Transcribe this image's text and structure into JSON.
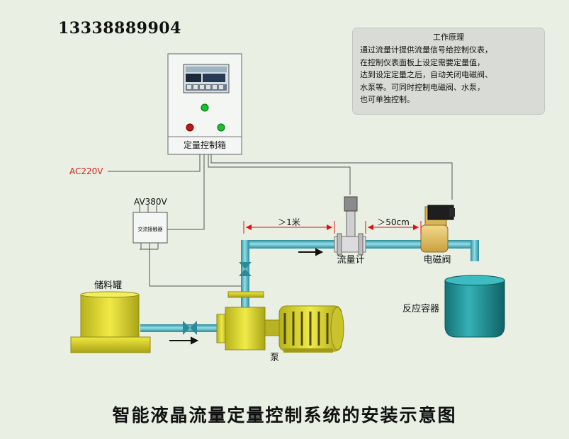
{
  "phone": "13338889904",
  "principle": {
    "title": "工作原理",
    "lines": [
      "通过流量计提供流量信号给控制仪表，",
      "在控制仪表面板上设定需要定量值，",
      "达到设定定量之后，自动关闭电磁阀、",
      "水泵等。可同时控制电磁阀、水泵，",
      "也可单独控制。"
    ]
  },
  "labels": {
    "control_box": "定量控制箱",
    "ac220": "AC220V",
    "av380": "AV380V",
    "contactor": "交流接触器",
    "dist_1m": "＞1米",
    "dist_50cm": "＞50cm",
    "flowmeter": "流量计",
    "solenoid_valve": "电磁阀",
    "storage_tank": "储料罐",
    "reaction_vessel": "反应容器",
    "pump": "泵"
  },
  "caption": "智能液晶流量定量控制系统的安装示意图",
  "colors": {
    "background": "#e9efe3",
    "pipe": "#4fb7c6",
    "yellow": "#e6e020",
    "vessel": "#1f8f95",
    "ac_label": "#d62020",
    "dimension": "#e01010"
  }
}
